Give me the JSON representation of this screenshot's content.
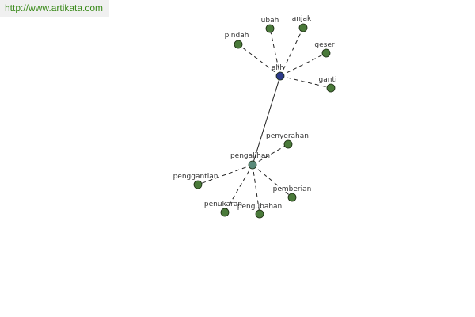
{
  "watermark": {
    "url": "http://www.artikata.com"
  },
  "graph": {
    "colors": {
      "hub_primary": "#2c3a8a",
      "hub_secondary": "#5a8a7a",
      "leaf": "#4a7a3a",
      "edge": "#222222",
      "watermark_text": "#3a8a1a",
      "watermark_bg": "#f0f0f0"
    },
    "main_word": "alih",
    "secondary_word": "pengalihan",
    "related_to_main": [
      "pindah",
      "ubah",
      "anjak",
      "geser",
      "ganti"
    ],
    "related_to_secondary": [
      "penyerahan",
      "penggantian",
      "penukaran",
      "pengubahan",
      "pemberian"
    ]
  }
}
